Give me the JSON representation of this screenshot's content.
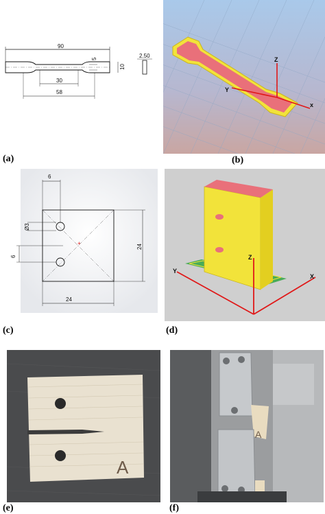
{
  "panels": {
    "a": {
      "label": "(a)",
      "dims": {
        "overall_length": "90",
        "neck_width": "5",
        "end_width": "10",
        "gauge_length": "30",
        "neck_length": "58",
        "thickness": "2.50"
      }
    },
    "b": {
      "label": "(b)",
      "axes": {
        "z": "Z",
        "y": "Y",
        "x": "x"
      }
    },
    "c": {
      "label": "(c)",
      "dims": {
        "hole_offset": "6",
        "hole_diameter": "Ø3",
        "hole_spacing": "6",
        "height": "24",
        "width": "24"
      }
    },
    "d": {
      "label": "(d)",
      "axes": {
        "z": "Z",
        "y": "Y",
        "x": "X"
      }
    },
    "e": {
      "label": "(e)",
      "specimen_mark": "A"
    },
    "f": {
      "label": "(f)",
      "specimen_mark": "A"
    }
  },
  "colors": {
    "print_yellow": "#f2e33a",
    "print_red_fill": "#e9707a",
    "axis_red": "#e01818",
    "grid_bg_top": "#a8c8e8",
    "grid_bg_bottom": "#c9a8a8",
    "raft_green": "#3aa74a"
  }
}
